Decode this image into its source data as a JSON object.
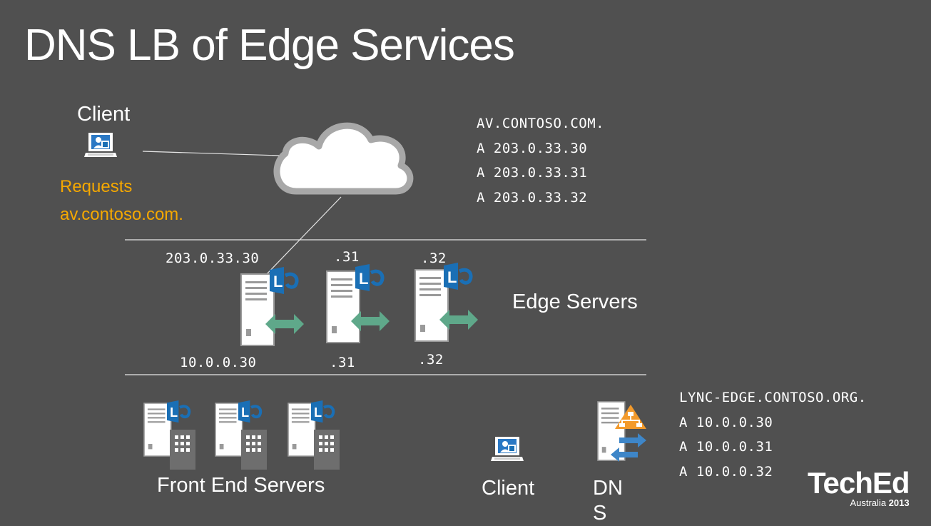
{
  "slide": {
    "title": "DNS LB of Edge Services"
  },
  "client_top": {
    "label": "Client",
    "request_line1": "Requests",
    "request_line2": "av.contoso.com."
  },
  "public_dns": {
    "name": "AV.CONTOSO.COM.",
    "records": [
      "A 203.0.33.30",
      "A 203.0.33.31",
      "A 203.0.33.32"
    ]
  },
  "edge": {
    "label": "Edge Servers",
    "external_ips": [
      "203.0.33.30",
      ".31",
      ".32"
    ],
    "internal_ips": [
      "10.0.0.30",
      ".31",
      ".32"
    ]
  },
  "front_end": {
    "label": "Front End Servers"
  },
  "client_bottom": {
    "label": "Client"
  },
  "dns_server": {
    "label": "DNS"
  },
  "internal_dns": {
    "name": "LYNC-EDGE.CONTOSO.ORG.",
    "records": [
      "A 10.0.0.30",
      "A 10.0.0.31",
      "A 10.0.0.32"
    ]
  },
  "logo": {
    "main": "TechEd",
    "sub_prefix": "Australia ",
    "sub_year": "2013"
  },
  "colors": {
    "background": "#505050",
    "accent_orange": "#f5a800",
    "lync_blue": "#1a6fb5",
    "arrow_green": "#5fa88a",
    "dns_orange": "#f39a2b"
  }
}
